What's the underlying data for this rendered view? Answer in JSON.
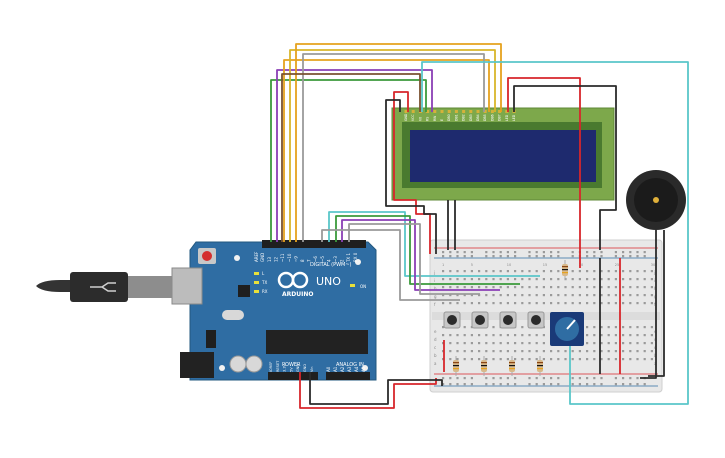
{
  "board": {
    "brand": "ARDUINO",
    "model": "UNO",
    "digital_label": "DIGITAL (PWM~)",
    "analog_label": "ANALOG IN",
    "power_label": "POWER",
    "aref": "AREF",
    "gnd": "GND",
    "digital_pins": [
      "13",
      "12",
      "~11",
      "~10",
      "~9",
      "8",
      "7",
      "~6",
      "~5",
      "4",
      "~3",
      "2",
      "TX 1",
      "RX 0"
    ],
    "power_pins": [
      "IOREF",
      "RESET",
      "3.3V",
      "5V",
      "GND",
      "GND",
      "Vin"
    ],
    "analog_pins": [
      "A0",
      "A1",
      "A2",
      "A3",
      "A4",
      "A5"
    ],
    "leds": [
      "L",
      "TX",
      "RX"
    ],
    "on_label": "ON"
  },
  "lcd": {
    "pin_labels": [
      "GND",
      "VCC",
      "V0",
      "RS",
      "RW",
      "E",
      "DB0",
      "DB1",
      "DB2",
      "DB3",
      "DB4",
      "DB5",
      "DB6",
      "DB7",
      "LED",
      "LED"
    ]
  },
  "breadboard": {
    "row_letters": [
      "a",
      "b",
      "c",
      "d",
      "e",
      "f",
      "g",
      "h",
      "i",
      "j"
    ],
    "col_numbers": [
      "1",
      "5",
      "10",
      "15",
      "20",
      "25",
      "30"
    ]
  },
  "colors": {
    "board_blue": "#2F6DA3",
    "lcd_green": "#7DA84B",
    "lcd_screen": "#1E2A6E",
    "wire_red": "#D7262B",
    "wire_black": "#2B2B2B",
    "wire_orange": "#E5A21F",
    "wire_yellow": "#D9B62B",
    "wire_purple": "#8A3FB5",
    "wire_green": "#3B9A3B",
    "wire_teal": "#5AC6C9",
    "wire_gray": "#9A9A9A",
    "wire_brown": "#7A5230"
  }
}
